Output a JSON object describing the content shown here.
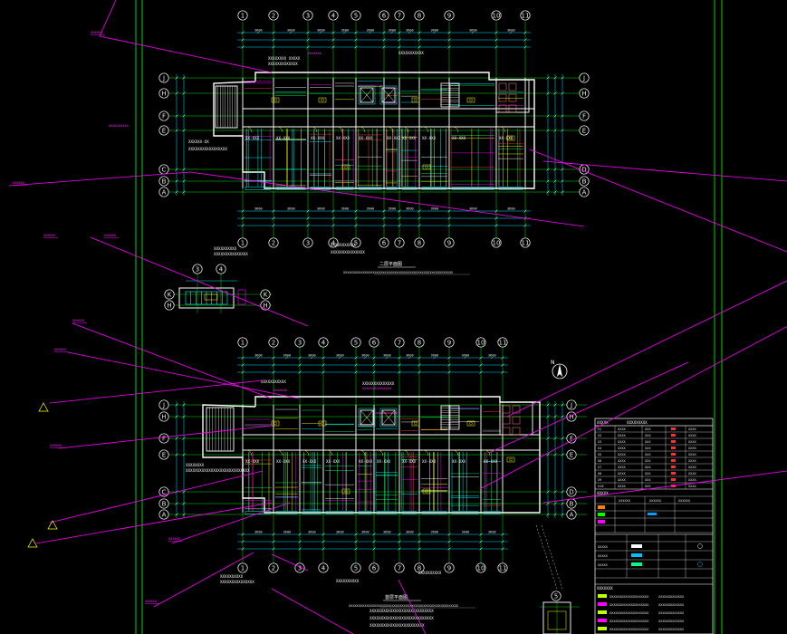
{
  "drawing": {
    "upper_plan": {
      "axes_top": [
        "1",
        "2",
        "3",
        "4",
        "5",
        "6",
        "7",
        "8",
        "9",
        "10",
        "11"
      ],
      "axes_left": [
        "J",
        "H",
        "F",
        "E",
        "C",
        "B",
        "A"
      ],
      "axes_right": [
        "J",
        "H",
        "F",
        "E",
        "D",
        "B",
        "A"
      ],
      "title": "二层平面图"
    },
    "lower_plan": {
      "axes_top": [
        "1",
        "2",
        "3",
        "4",
        "5",
        "6",
        "7",
        "8",
        "9",
        "10",
        "11"
      ],
      "axes_left": [
        "J",
        "H",
        "F",
        "E",
        "C",
        "B",
        "A"
      ],
      "axes_right": [
        "J",
        "H",
        "F",
        "E",
        "D",
        "B",
        "A"
      ],
      "title": "首层平面图"
    },
    "stair_detail": {
      "axes_left": [
        "K",
        "H"
      ]
    },
    "north_arrow": "N",
    "colors": {
      "background": "#000000",
      "frame": "#00d400",
      "wall": "#ffffff",
      "axis": "#00ff00",
      "dim": "#00e0ff",
      "annotation": "#ff00ff",
      "yellow": "#ffff00"
    }
  }
}
